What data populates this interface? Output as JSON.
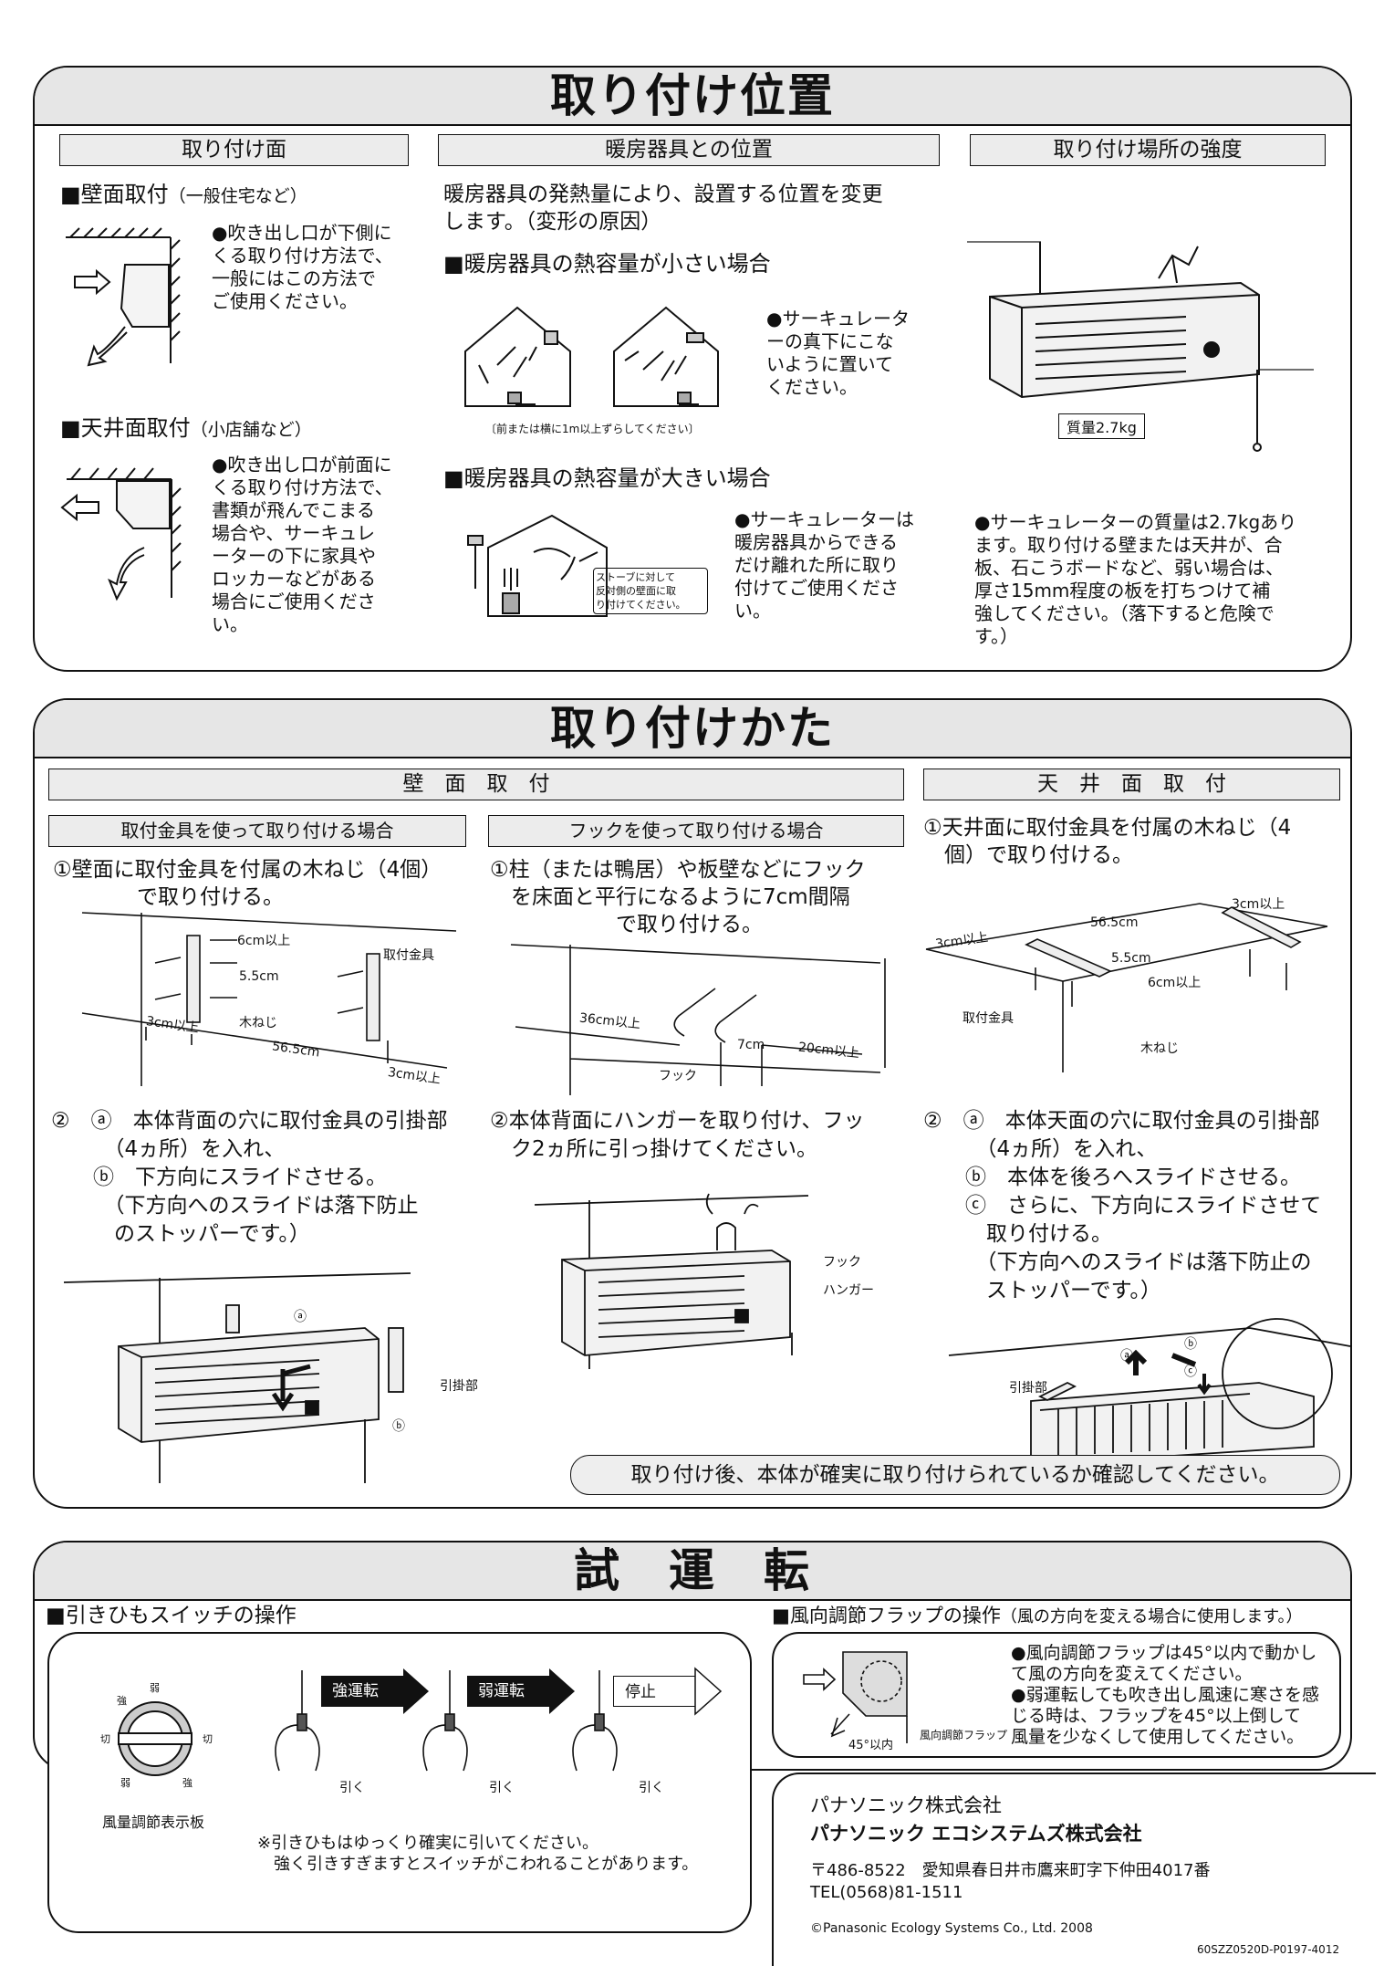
{
  "section1": {
    "title": "取り付け位置",
    "col1": {
      "header": "取り付け面",
      "wall_heading": "■壁面取付",
      "wall_note": "（一般住宅など）",
      "wall_text": "●吹き出し口が下側に\nくる取り付け方法で、\n一般にはこの方法で\nご使用ください。",
      "ceiling_heading": "■天井面取付",
      "ceiling_note": "（小店舗など）",
      "ceiling_text": "●吹き出し口が前面に\nくる取り付け方法で、\n書類が飛んでこまる\n場合や、サーキュレ\nーターの下に家具や\nロッカーなどがある\n場合にご使用くださ\nい。"
    },
    "col2": {
      "header": "暖房器具との位置",
      "intro": "暖房器具の発熱量により、設置する位置を変更\nします。（変形の原因）",
      "small_heading": "■暖房器具の熱容量が小さい場合",
      "small_text": "●サーキュレータ\nーの真下にこな\nいように置いて\nください。",
      "small_caption": "〔前または横に1m以上ずらしてください〕",
      "large_heading": "■暖房器具の熱容量が大きい場合",
      "large_text": "●サーキュレーターは\n暖房器具からできる\nだけ離れた所に取り\n付けてご使用くださ\nい。",
      "large_caption": "ストーブに対して\n反対側の壁面に取\nり付けてください。"
    },
    "col3": {
      "header": "取り付け場所の強度",
      "weight_label": "質量2.7kg",
      "text": "●サーキュレーターの質量は2.7kgあり\nます。取り付ける壁または天井が、合\n板、石こうボードなど、弱い場合は、\n厚さ15mm程度の板を打ちつけて補\n強してください。（落下すると危険で\nす。）"
    }
  },
  "section2": {
    "title": "取り付けかた",
    "wall_header": "壁　面　取　付",
    "ceiling_header": "天　井　面　取　付",
    "bracket_sub": "取付金具を使って取り付ける場合",
    "hook_sub": "フックを使って取り付ける場合",
    "bracket_step1": "①壁面に取付金具を付属の木ねじ（4個）\n　　　　で取り付ける。",
    "hook_step1": "①柱（または鴨居）や板壁などにフック\n　を床面と平行になるように7cm間隔\n　　　　　　で取り付ける。",
    "ceiling_step1": "①天井面に取付金具を付属の木ねじ（4\n　個）で取り付ける。",
    "bracket_step2": "②　ⓐ　本体背面の穴に取付金具の引掛部\n　　　（4ヵ所）を入れ、\n　　ⓑ　下方向にスライドさせる。\n　　　（下方向へのスライドは落下防止\n　　　のストッパーです。）",
    "hook_step2": "②本体背面にハンガーを取り付け、フッ\n　ク2ヵ所に引っ掛けてください。",
    "ceiling_step2": "②　ⓐ　本体天面の穴に取付金具の引掛部\n　　　（4ヵ所）を入れ、\n　　ⓑ　本体を後ろへスライドさせる。\n　　ⓒ　さらに、下方向にスライドさせて\n　　　取り付ける。\n　　　（下方向へのスライドは落下防止の\n　　　ストッパーです。）",
    "labels": {
      "6cm": "6cm以上",
      "5_5cm": "5.5cm",
      "3cm": "3cm以上",
      "56_5cm": "56.5cm",
      "bracket": "取付金具",
      "screw": "木ねじ",
      "36cm": "36cm以上",
      "7cm": "7cm",
      "20cm": "20cm以上",
      "hook": "フック",
      "hanger": "ハンガー",
      "hook_part": "引掛部",
      "a": "ⓐ",
      "b": "ⓑ",
      "c": "ⓒ"
    },
    "confirm": "取り付け後、本体が確実に取り付けられているか確認してください。"
  },
  "section3": {
    "title": "試　運　転",
    "pull_heading": "■引きひもスイッチの操作",
    "dial_label": "風量調節表示板",
    "dial_marks": [
      "弱",
      "切",
      "強",
      "切",
      "弱",
      "強"
    ],
    "steps": [
      "強運転",
      "弱運転",
      "停止"
    ],
    "pull": "引く",
    "note": "※引きひもはゆっくり確実に引いてください。\n　強く引きすぎますとスイッチがこわれることがあります。",
    "flap_heading": "■風向調節フラップの操作",
    "flap_note": "（風の方向を変える場合に使用します。）",
    "flap_text1": "●風向調節フラップは45°以内で動かし\nて風の方向を変えてください。",
    "flap_text2": "●弱運転しても吹き出し風速に寒さを感\nじる時は、フラップを45°以上倒して\n風量を少なくして使用してください。",
    "flap_angle": "45°以内",
    "flap_label": "風向調節フラップ"
  },
  "footer": {
    "company1": "パナソニック株式会社",
    "company2": "パナソニック エコシステムズ株式会社",
    "address": "〒486-8522　愛知県春日井市鷹来町字下仲田4017番",
    "tel": "TEL(0568)81-1511",
    "copyright": "©Panasonic Ecology Systems Co., Ltd. 2008",
    "code": "60SZZ0520D-P0197-4012"
  }
}
